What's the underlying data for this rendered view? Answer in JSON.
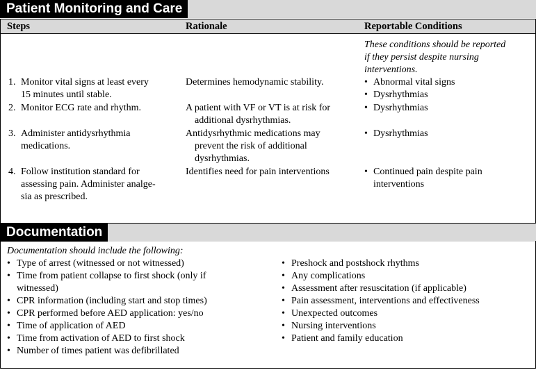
{
  "monitoring": {
    "title": "Patient Monitoring and Care",
    "headers": {
      "steps": "Steps",
      "rationale": "Rationale",
      "reportable": "Reportable Conditions"
    },
    "reportable_note": [
      "These conditions should be reported",
      "if they persist despite nursing",
      "interventions."
    ],
    "rows": [
      {
        "num": "1.",
        "step": [
          "Monitor vital signs at least every",
          "15 minutes until stable."
        ],
        "rationale": [
          "Determines hemodynamic stability."
        ],
        "reportable": [
          [
            "Abnormal vital signs"
          ],
          [
            "Dysrhythmias"
          ]
        ]
      },
      {
        "num": "2.",
        "step": [
          "Monitor ECG rate and rhythm."
        ],
        "rationale": [
          "A patient with VF or VT is at risk for",
          "additional dysrhythmias."
        ],
        "reportable": [
          [
            "Dysrhythmias"
          ]
        ]
      },
      {
        "num": "3.",
        "step": [
          "Administer antidysrhythmia",
          "medications."
        ],
        "rationale": [
          "Antidysrhythmic medications may",
          "prevent the risk of additional",
          "dysrhythmias."
        ],
        "reportable": [
          [
            "Dysrhythmias"
          ]
        ]
      },
      {
        "num": "4.",
        "step": [
          "Follow institution standard for",
          "assessing pain. Administer analge-",
          "sia as prescribed."
        ],
        "rationale": [
          "Identifies need for pain interventions"
        ],
        "reportable": [
          [
            "Continued pain despite pain",
            "interventions"
          ]
        ]
      }
    ]
  },
  "documentation": {
    "title": "Documentation",
    "intro": "Documentation should include the following:",
    "left_items": [
      [
        "Type of arrest (witnessed or not witnessed)"
      ],
      [
        "Time from patient collapse to first shock (only if",
        "witnessed)"
      ],
      [
        "CPR information (including start and stop times)"
      ],
      [
        "CPR performed before AED application: yes/no"
      ],
      [
        "Time of application of AED"
      ],
      [
        "Time from activation of AED to first shock"
      ],
      [
        "Number of times patient was defibrillated"
      ]
    ],
    "right_items": [
      [
        "Preshock and postshock rhythms"
      ],
      [
        "Any complications"
      ],
      [
        "Assessment after resuscitation (if applicable)"
      ],
      [
        "Pain assessment, interventions and effectiveness"
      ],
      [
        "Unexpected outcomes"
      ],
      [
        "Nursing interventions"
      ],
      [
        "Patient and family education"
      ]
    ]
  }
}
